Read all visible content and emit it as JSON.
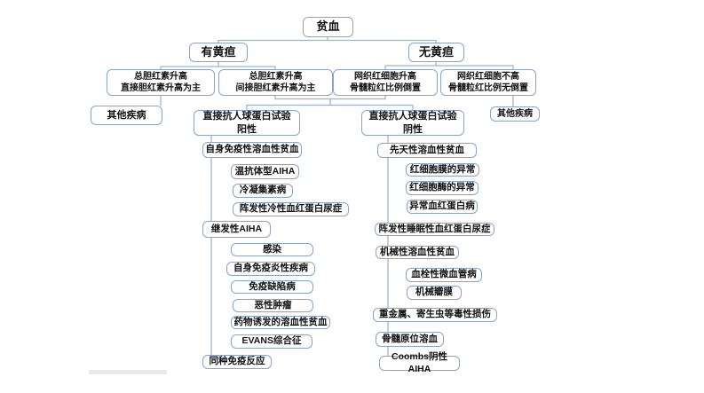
{
  "colors": {
    "box_border": "#8aa4c8",
    "connector": "#9db5d3",
    "text_color": "#111111"
  },
  "diagram": {
    "title": "贫血",
    "nodes": [
      {
        "id": "anemia",
        "label": "贫血"
      },
      {
        "id": "jaundice-present",
        "label": "有黄疸"
      },
      {
        "id": "jaundice-absent",
        "label": "无黄疸"
      },
      {
        "id": "direct-bilirubin",
        "label": "总胆红素升高\n直接胆红素升高为主"
      },
      {
        "id": "indirect-bilirubin",
        "label": "总胆红素升高\n间接胆红素升高为主"
      },
      {
        "id": "reticulocyte-high",
        "label": "网织红细胞升高\n骨髓粒红比例倒置"
      },
      {
        "id": "reticulocyte-normal",
        "label": "网织红细胞不高\n骨髓粒红比例无倒置"
      },
      {
        "id": "other-disease-left",
        "label": "其他疾病"
      },
      {
        "id": "dat-positive",
        "label": "直接抗人球蛋白试验\n阳性"
      },
      {
        "id": "dat-negative",
        "label": "直接抗人球蛋白试验\n阴性"
      },
      {
        "id": "other-disease-right",
        "label": "其他疾病"
      },
      {
        "id": "autoimmune-ha",
        "label": "自身免疫性溶血性贫血"
      },
      {
        "id": "warm-aiha",
        "label": "温抗体型AIHA"
      },
      {
        "id": "cold-agglutinin",
        "label": "冷凝集素病"
      },
      {
        "id": "pch",
        "label": "阵发性冷性血红蛋白尿症"
      },
      {
        "id": "secondary-aiha",
        "label": "继发性AIHA"
      },
      {
        "id": "infection",
        "label": "感染"
      },
      {
        "id": "autoimmune-inflammatory",
        "label": "自身免疫炎性疾病"
      },
      {
        "id": "immunodeficiency",
        "label": "免疫缺陷病"
      },
      {
        "id": "malignancy",
        "label": "恶性肿瘤"
      },
      {
        "id": "drug-induced-ha",
        "label": "药物诱发的溶血性贫血"
      },
      {
        "id": "evans-syndrome",
        "label": "EVANS综合征"
      },
      {
        "id": "alloimmune-reaction",
        "label": "同种免疫反应"
      },
      {
        "id": "congenital-ha",
        "label": "先天性溶血性贫血"
      },
      {
        "id": "rbc-membrane-abnormality",
        "label": "红细胞膜的异常"
      },
      {
        "id": "rbc-enzyme-abnormality",
        "label": "红细胞酶的异常"
      },
      {
        "id": "abnormal-hemoglobinopathy",
        "label": "异常血红蛋白病"
      },
      {
        "id": "pnh",
        "label": "阵发性睡眠性血红蛋白尿症"
      },
      {
        "id": "mechanical-ha",
        "label": "机械性溶血性贫血"
      },
      {
        "id": "thrombotic-microangiopathy",
        "label": "血栓性微血管病"
      },
      {
        "id": "mechanical-valve",
        "label": "机械瓣膜"
      },
      {
        "id": "toxic-injury",
        "label": "重金属、寄生虫等毒性损伤"
      },
      {
        "id": "marrow-in-situ-hemolysis",
        "label": "骨髓原位溶血"
      },
      {
        "id": "coombs-negative-aiha",
        "label": "Coombs阴性AIHA"
      }
    ],
    "edges": [
      [
        "anemia",
        "jaundice-present"
      ],
      [
        "anemia",
        "jaundice-absent"
      ],
      [
        "jaundice-present",
        "direct-bilirubin"
      ],
      [
        "jaundice-present",
        "indirect-bilirubin"
      ],
      [
        "jaundice-absent",
        "reticulocyte-high"
      ],
      [
        "jaundice-absent",
        "reticulocyte-normal"
      ],
      [
        "direct-bilirubin",
        "other-disease-left"
      ],
      [
        "indirect-bilirubin",
        "dat-positive"
      ],
      [
        "indirect-bilirubin",
        "dat-negative"
      ],
      [
        "reticulocyte-high",
        "dat-positive"
      ],
      [
        "reticulocyte-high",
        "dat-negative"
      ],
      [
        "reticulocyte-normal",
        "other-disease-right"
      ],
      [
        "dat-positive",
        "autoimmune-ha"
      ],
      [
        "autoimmune-ha",
        "warm-aiha"
      ],
      [
        "autoimmune-ha",
        "cold-agglutinin"
      ],
      [
        "autoimmune-ha",
        "pch"
      ],
      [
        "autoimmune-ha",
        "secondary-aiha"
      ],
      [
        "secondary-aiha",
        "infection"
      ],
      [
        "secondary-aiha",
        "autoimmune-inflammatory"
      ],
      [
        "secondary-aiha",
        "immunodeficiency"
      ],
      [
        "secondary-aiha",
        "malignancy"
      ],
      [
        "secondary-aiha",
        "drug-induced-ha"
      ],
      [
        "secondary-aiha",
        "evans-syndrome"
      ],
      [
        "secondary-aiha",
        "alloimmune-reaction"
      ],
      [
        "dat-negative",
        "congenital-ha"
      ],
      [
        "congenital-ha",
        "rbc-membrane-abnormality"
      ],
      [
        "congenital-ha",
        "rbc-enzyme-abnormality"
      ],
      [
        "congenital-ha",
        "abnormal-hemoglobinopathy"
      ],
      [
        "congenital-ha",
        "pnh"
      ],
      [
        "pnh",
        "mechanical-ha"
      ],
      [
        "mechanical-ha",
        "thrombotic-microangiopathy"
      ],
      [
        "mechanical-ha",
        "mechanical-valve"
      ],
      [
        "mechanical-ha",
        "toxic-injury"
      ],
      [
        "toxic-injury",
        "marrow-in-situ-hemolysis"
      ],
      [
        "marrow-in-situ-hemolysis",
        "coombs-negative-aiha"
      ]
    ]
  }
}
